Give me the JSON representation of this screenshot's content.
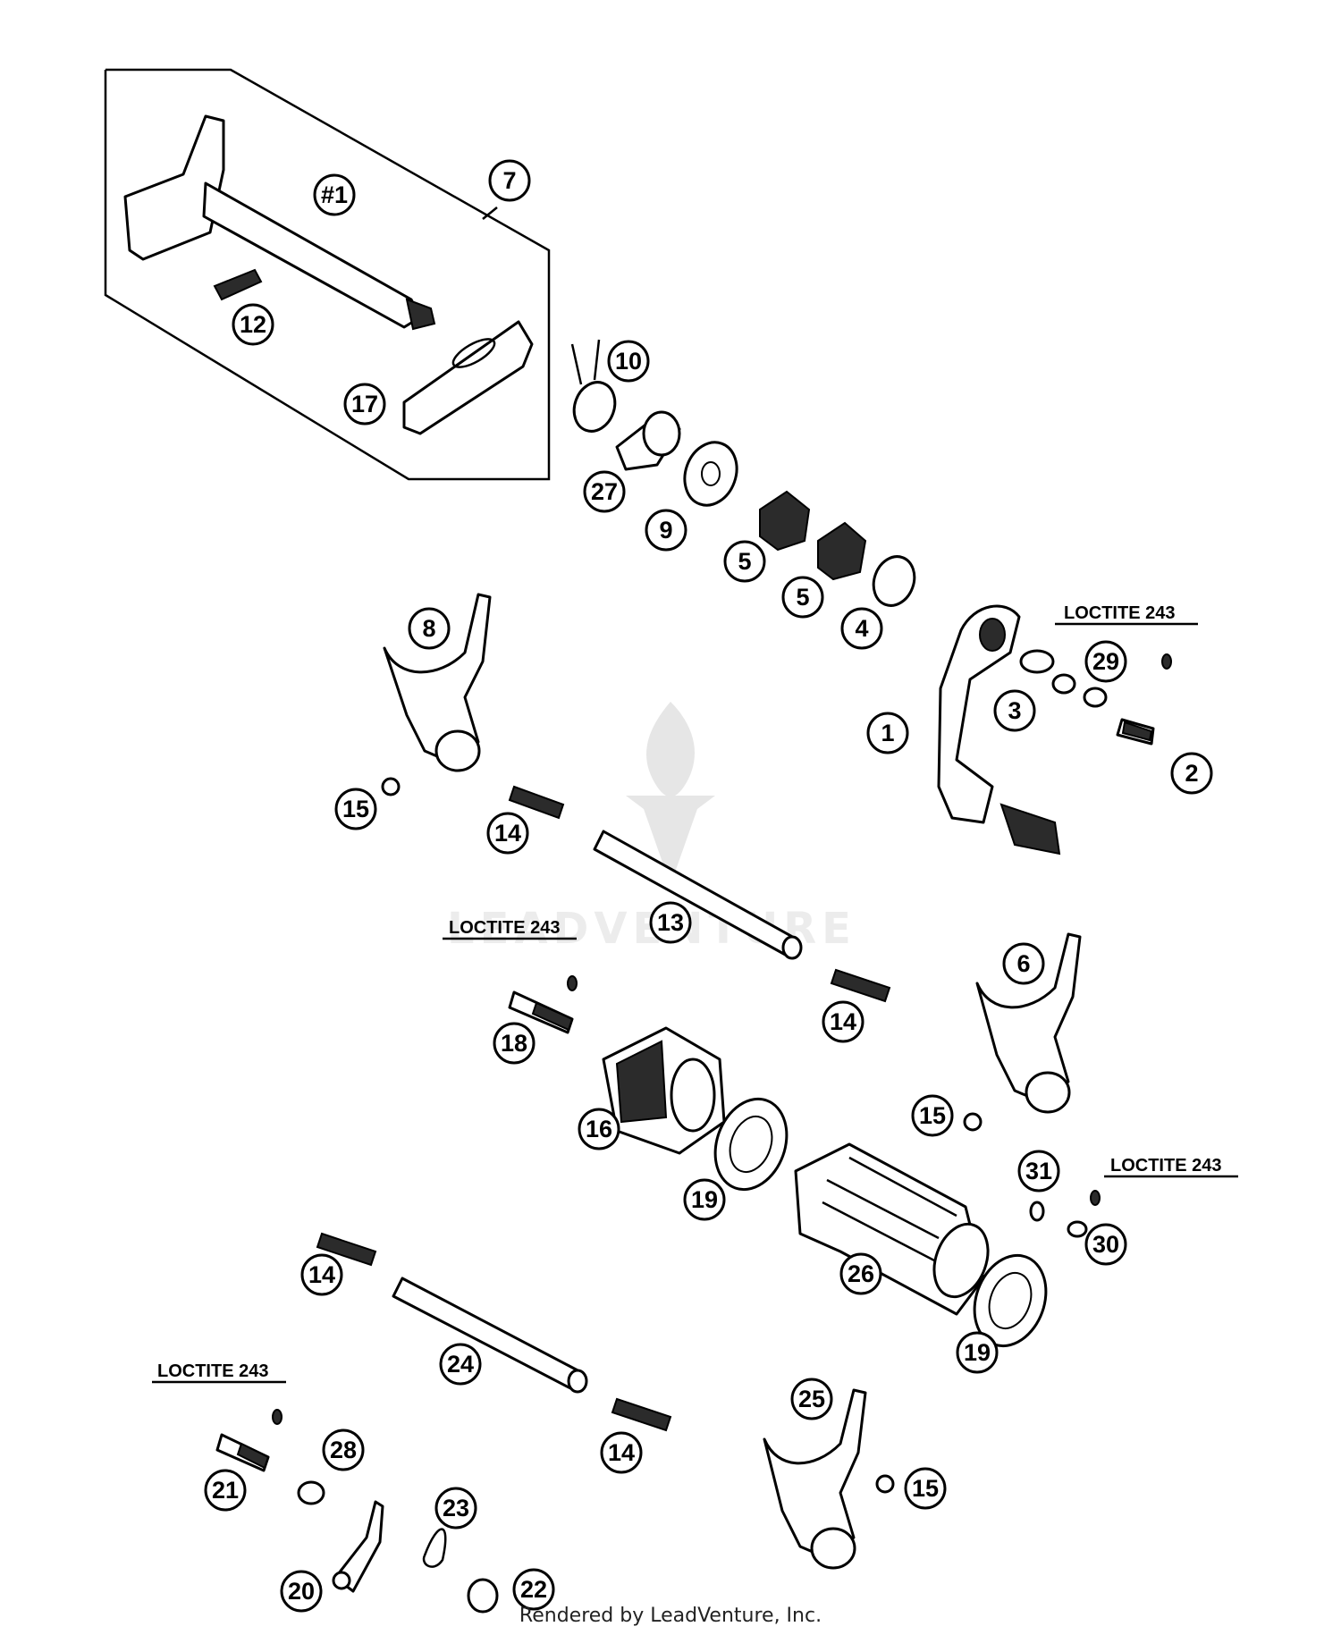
{
  "diagram": {
    "callouts": [
      {
        "id": "c-1-hash",
        "label": "#1"
      },
      {
        "id": "c-7",
        "label": "7"
      },
      {
        "id": "c-12",
        "label": "12"
      },
      {
        "id": "c-17",
        "label": "17"
      },
      {
        "id": "c-10",
        "label": "10"
      },
      {
        "id": "c-27",
        "label": "27"
      },
      {
        "id": "c-9",
        "label": "9"
      },
      {
        "id": "c-5a",
        "label": "5"
      },
      {
        "id": "c-5b",
        "label": "5"
      },
      {
        "id": "c-4",
        "label": "4"
      },
      {
        "id": "c-8",
        "label": "8"
      },
      {
        "id": "c-29",
        "label": "29"
      },
      {
        "id": "c-3",
        "label": "3"
      },
      {
        "id": "c-1",
        "label": "1"
      },
      {
        "id": "c-2",
        "label": "2"
      },
      {
        "id": "c-15a",
        "label": "15"
      },
      {
        "id": "c-14a",
        "label": "14"
      },
      {
        "id": "c-13",
        "label": "13"
      },
      {
        "id": "c-6",
        "label": "6"
      },
      {
        "id": "c-18",
        "label": "18"
      },
      {
        "id": "c-14b",
        "label": "14"
      },
      {
        "id": "c-16",
        "label": "16"
      },
      {
        "id": "c-15b",
        "label": "15"
      },
      {
        "id": "c-31",
        "label": "31"
      },
      {
        "id": "c-30",
        "label": "30"
      },
      {
        "id": "c-19a",
        "label": "19"
      },
      {
        "id": "c-26",
        "label": "26"
      },
      {
        "id": "c-19b",
        "label": "19"
      },
      {
        "id": "c-14c",
        "label": "14"
      },
      {
        "id": "c-24",
        "label": "24"
      },
      {
        "id": "c-25",
        "label": "25"
      },
      {
        "id": "c-28",
        "label": "28"
      },
      {
        "id": "c-21",
        "label": "21"
      },
      {
        "id": "c-14d",
        "label": "14"
      },
      {
        "id": "c-15c",
        "label": "15"
      },
      {
        "id": "c-23",
        "label": "23"
      },
      {
        "id": "c-20",
        "label": "20"
      },
      {
        "id": "c-22",
        "label": "22"
      }
    ],
    "loctite_notes": [
      {
        "id": "l-1",
        "text": "LOCTITE 243"
      },
      {
        "id": "l-2",
        "text": "LOCTITE 243"
      },
      {
        "id": "l-3",
        "text": "LOCTITE 243"
      },
      {
        "id": "l-4",
        "text": "LOCTITE 243"
      }
    ],
    "watermark": "LEADVENTURE"
  },
  "footer": {
    "credit": "Rendered by LeadVenture, Inc."
  }
}
